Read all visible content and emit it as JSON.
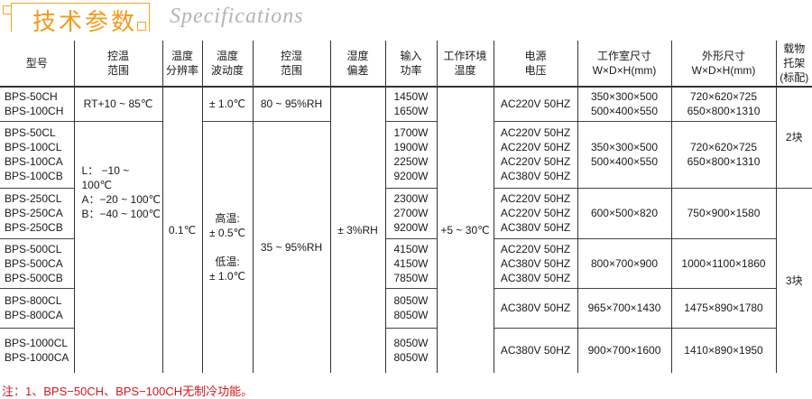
{
  "title": {
    "cn": "技术参数",
    "en": "Specifications"
  },
  "headers": [
    "型号",
    "控温\n范围",
    "温度\n分辨率",
    "温度\n波动度",
    "控湿\n范围",
    "湿度\n偏差",
    "输入\n功率",
    "工作环境\n温度",
    "电源\n电压",
    "工作室尺寸\nW×D×H(mm)",
    "外形尺寸\nW×D×H(mm)",
    "载物\n托架\n(标配)"
  ],
  "rows": [
    {
      "model": "BPS-50CH\nBPS-100CH",
      "power": "1450W\n1650W",
      "voltage": "AC220V 50HZ",
      "inner": "350×300×500\n500×400×550",
      "outer": "720×620×725\n650×800×1310"
    },
    {
      "model": "BPS-50CL\nBPS-100CL\nBPS-100CA\nBPS-100CB",
      "power": "1700W\n1900W\n2250W\n9200W",
      "voltage": "AC220V 50HZ\nAC220V 50HZ\nAC220V 50HZ\nAC380V 50HZ",
      "inner": "350×300×500\n500×400×550",
      "outer": "720×620×725\n650×800×1310"
    },
    {
      "model": "BPS-250CL\nBPS-250CA\nBPS-250CB",
      "power": "2300W\n2700W\n9200W",
      "voltage": "AC220V  50HZ\nAC220V  50HZ\nAC380V  50HZ",
      "inner": "600×500×820",
      "outer": "750×900×1580"
    },
    {
      "model": "BPS-500CL\nBPS-500CA\nBPS-500CB",
      "power": "4150W\n4150W\n7850W",
      "voltage": "AC220V 50HZ\nAC380V 50HZ\nAC380V 50HZ",
      "inner": "800×700×900",
      "outer": "1000×1100×1860"
    },
    {
      "model": "BPS-800CL\nBPS-800CA",
      "power": "8050W\n8050W",
      "voltage": "AC380V 50HZ",
      "inner": "965×700×1430",
      "outer": "1475×890×1780"
    },
    {
      "model": "BPS-1000CL\nBPS-1000CA",
      "power": "8050W\n8050W",
      "voltage": "AC380V 50HZ",
      "inner": "900×700×1600",
      "outer": "1410×890×1950"
    }
  ],
  "merged": {
    "temp_range_ch": "RT+10 ~ 85℃",
    "temp_range_c": "L：  −10 ~ 100℃\nA：−20 ~ 100℃\nB：−40 ~ 100℃",
    "resolution": "0.1℃",
    "fluct_ch": "± 1.0℃",
    "fluct_c": "高温:\n± 0.5℃\n\n低温:\n± 1.0℃",
    "hum_range_ch": "80 ~ 95%RH",
    "hum_range_c": "35 ~ 95%RH",
    "hum_dev": "± 3%RH",
    "env_temp": "+5 ~ 30℃",
    "shelves_a": "2块",
    "shelves_b": "3块"
  },
  "note": "注：1、BPS−50CH、BPS−100CH无制冷功能。",
  "colors": {
    "accent": "#f39a1a",
    "note": "#d7161e"
  }
}
